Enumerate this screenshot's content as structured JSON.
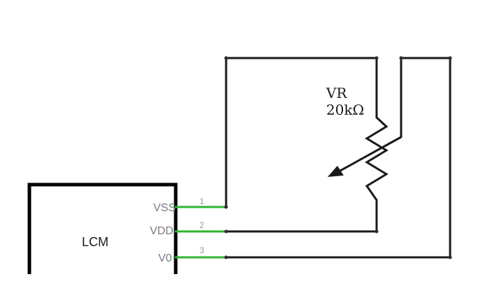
{
  "lcm": {
    "label": "LCM",
    "pins": [
      {
        "name": "VSS",
        "number": "1"
      },
      {
        "name": "VDD",
        "number": "2"
      },
      {
        "name": "V0",
        "number": "3"
      }
    ]
  },
  "potentiometer": {
    "ref": "VR",
    "value": "20kΩ"
  },
  "colors": {
    "wire": "#1a1a1a",
    "pin": "#2fb52f",
    "pin_text": "#7a7a7a"
  }
}
